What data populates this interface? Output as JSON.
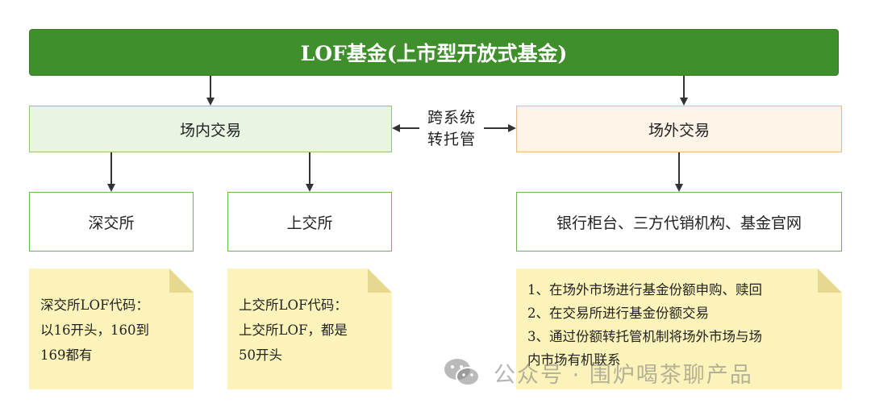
{
  "top_title": "LOF基金(上市型开放式基金)",
  "left_branch": "场内交易",
  "right_branch": "场外交易",
  "connector": [
    "跨系统",
    "转托管"
  ],
  "exchanges": {
    "szse": "深交所",
    "sse": "上交所"
  },
  "channels": "银行柜台、三方代销机构、基金官网",
  "notes": {
    "szse": [
      "深交所LOF代码：",
      "以16开头，160到",
      "169都有"
    ],
    "sse": [
      "上交所LOF代码：",
      "上交所LOF，都是",
      "50开头"
    ],
    "otc": [
      "1、在场外市场进行基金份额申购、赎回",
      "2、在交易所进行基金份额交易",
      "3、通过份额转托管机制将场外市场与场",
      "内市场有机联系"
    ]
  },
  "watermark": {
    "text": "公众号 · 围炉喝茶聊产品",
    "icon": "wechat-icon"
  },
  "colors": {
    "title_bg": "#3f8f2c",
    "green_border": "#6cb653",
    "inside_bg": "#e9f4e3",
    "outside_bg": "#fdf4e7",
    "outside_border": "#f0b98a",
    "note_bg": "#fcf3ba"
  }
}
